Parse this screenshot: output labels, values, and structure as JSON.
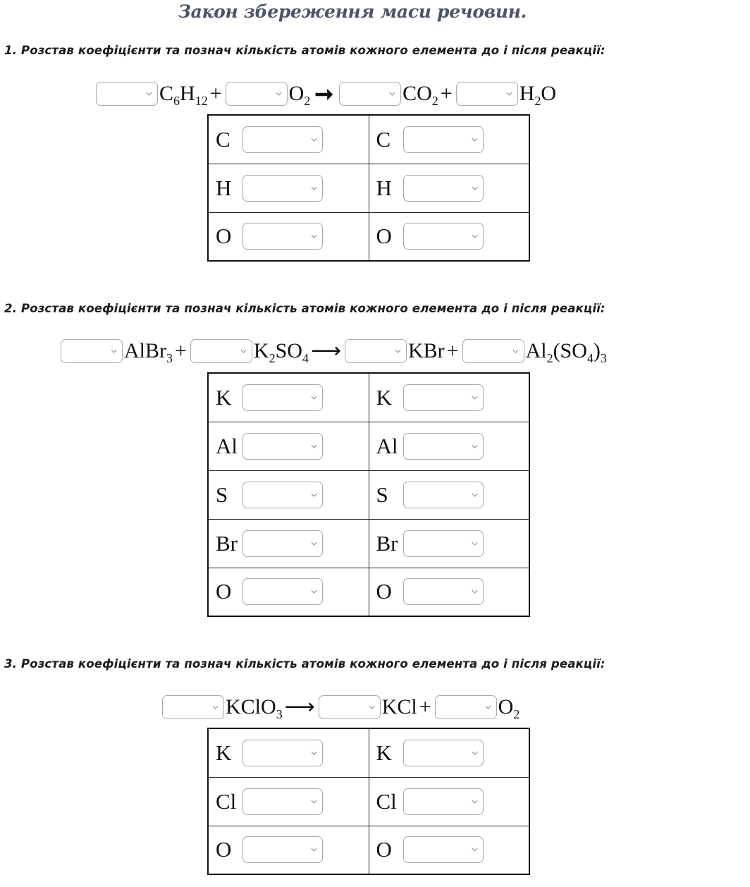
{
  "title": "Закон збереження маси речовин.",
  "tasks": [
    {
      "instruction": "1. Розстав коефіцієнти та познач кількість атомів кожного елемента до і після реакції:",
      "equation": {
        "t1a": "C",
        "t1s": "6",
        "t1b": "H",
        "t1s2": "12",
        "plus1": "+",
        "t2a": "O",
        "t2s": "2",
        "arrow": "➞",
        "t3a": "CO",
        "t3s": "2",
        "plus2": "+",
        "t4a": "H",
        "t4s": "2",
        "t4b": "O"
      },
      "before": [
        "C",
        "H",
        "O"
      ],
      "after": [
        "C",
        "H",
        "O"
      ]
    },
    {
      "instruction": "2. Розстав коефіцієнти та познач кількість атомів кожного елемента до і після реакції:",
      "equation": {
        "t1a": "AlBr",
        "t1s": "3",
        "plus1": "+",
        "t2a": "K",
        "t2s": "2",
        "t2b": "SO",
        "t2s2": "4",
        "arrow": "⟶",
        "t3a": "KBr",
        "plus2": "+",
        "t4a": "Al",
        "t4s": "2",
        "t4b": "(SO",
        "t4s2": "4",
        "t4c": ")",
        "t4s3": "3"
      },
      "before": [
        "K",
        "Al",
        "S",
        "Br",
        "O"
      ],
      "after": [
        "K",
        "Al",
        "S",
        "Br",
        "O"
      ]
    },
    {
      "instruction": "3. Розстав коефіцієнти та познач кількість атомів кожного елемента до і після реакції:",
      "equation": {
        "t1a": "KClO",
        "t1s": "3",
        "arrow": "⟶",
        "t2a": "KCl",
        "plus1": "+",
        "t3a": "O",
        "t3s": "2"
      },
      "before": [
        "K",
        "Cl",
        "O"
      ],
      "after": [
        "K",
        "Cl",
        "O"
      ]
    }
  ]
}
